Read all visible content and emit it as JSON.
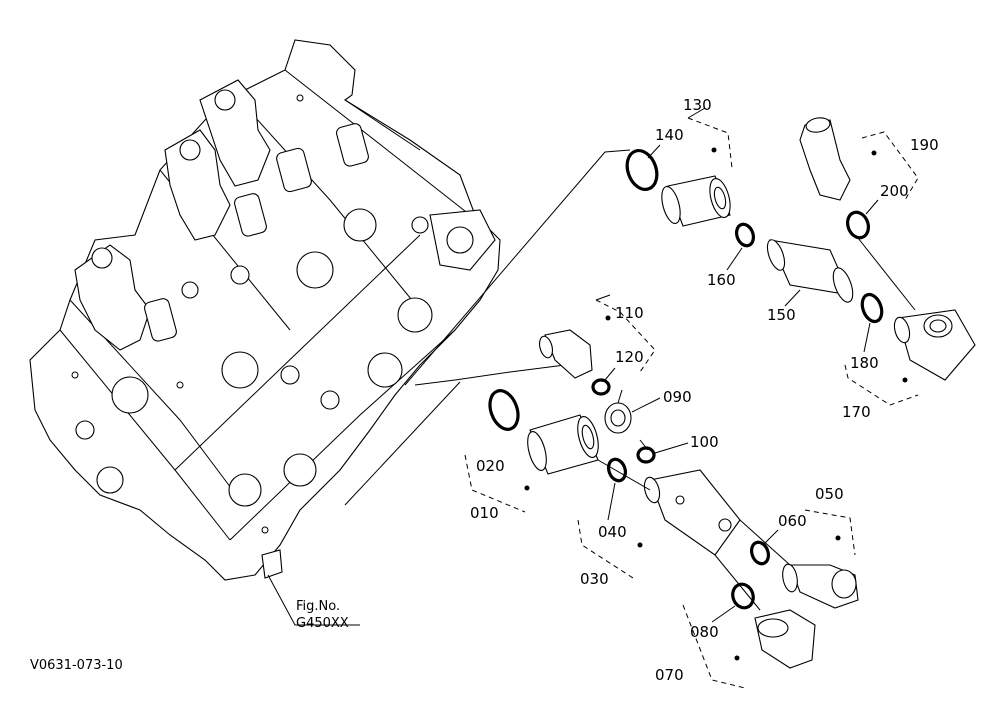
{
  "figure": {
    "fig_no_label": "Fig.No.",
    "fig_no_value": "G450XX",
    "image_code": "V0631-073-10"
  },
  "callouts": {
    "p010": "010",
    "p020": "020",
    "p030": "030",
    "p040": "040",
    "p050": "050",
    "p060": "060",
    "p070": "070",
    "p080": "080",
    "p090": "090",
    "p100": "100",
    "p110": "110",
    "p120": "120",
    "p130": "130",
    "p140": "140",
    "p150": "150",
    "p160": "160",
    "p170": "170",
    "p180": "180",
    "p190": "190",
    "p200": "200"
  }
}
